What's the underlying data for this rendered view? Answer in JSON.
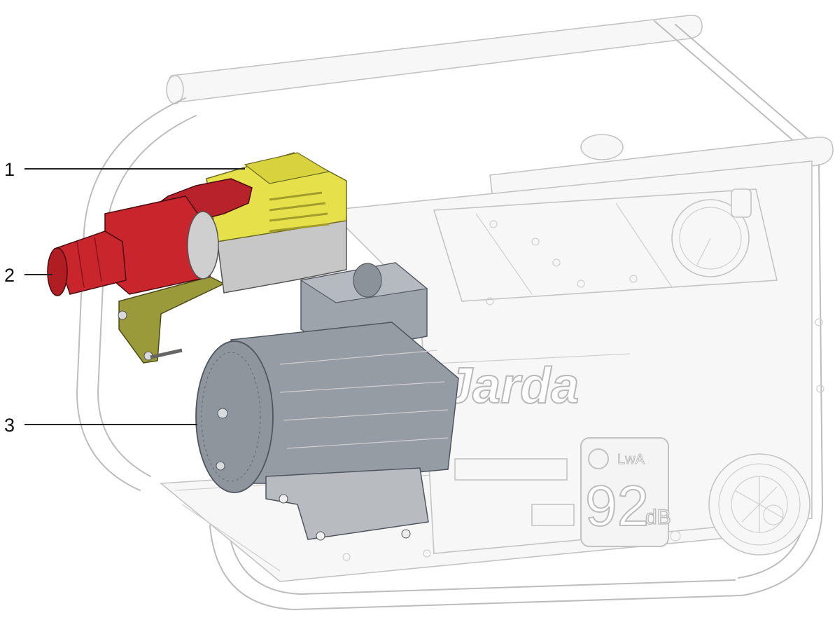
{
  "callouts": [
    {
      "number": "1"
    },
    {
      "number": "2"
    },
    {
      "number": "3"
    }
  ],
  "decal": {
    "brand": "Jarda",
    "noise_level": "92",
    "noise_unit": "dB",
    "noise_prefix": "LwA"
  },
  "colors": {
    "plug_red": "#c8262c",
    "socket_yellow": "#e6e14a",
    "motor_grey": "#9ea4ab",
    "frame_grey": "#bdbdbd"
  }
}
